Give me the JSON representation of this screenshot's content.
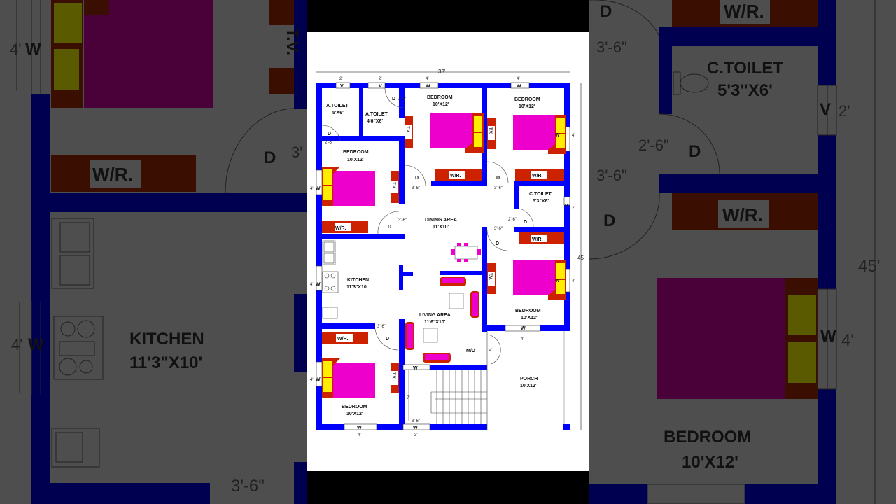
{
  "plan": {
    "overall_width": "33'",
    "overall_depth": "45'",
    "colors": {
      "wall": "#0000ff",
      "bed": "#ee00cc",
      "pillow": "#ffee00",
      "furniture": "#cc2200",
      "sofa_trim": "#ffee00",
      "background": "#ffffff",
      "frame": "#000000"
    },
    "rooms": [
      {
        "name": "A.TOILET",
        "size": "5'X6'"
      },
      {
        "name": "A.TOILET",
        "size": "4'6\"X6'"
      },
      {
        "name": "BEDROOM",
        "size": "10'X12'"
      },
      {
        "name": "BEDROOM",
        "size": "10'X12'"
      },
      {
        "name": "BEDROOM",
        "size": "10'X12'"
      },
      {
        "name": "C.TOILET",
        "size": "5'3\"X6'"
      },
      {
        "name": "DINING AREA",
        "size": "11'X10'"
      },
      {
        "name": "KITCHEN",
        "size": "11'3\"X10'"
      },
      {
        "name": "BEDROOM",
        "size": "10'X12'"
      },
      {
        "name": "LIVING AREA",
        "size": "11'6\"X10'"
      },
      {
        "name": "BEDROOM",
        "size": "10'X12'"
      },
      {
        "name": "PORCH",
        "size": "10'X12'"
      }
    ],
    "labels": {
      "door": "D",
      "main_door": "M/D",
      "window": "W",
      "ventilator": "V",
      "wardrobe": "W/R.",
      "tv": "T.V."
    },
    "dimensions": {
      "vent_2": "2'",
      "door_2_6": "2'-6\"",
      "door_3_6": "3'-6\"",
      "window_4": "4'",
      "window_3": "3'",
      "stair_7": "7'"
    }
  },
  "background_zoom": {
    "left": {
      "window_dim": "4'",
      "window": "W",
      "wardrobe": "W/R.",
      "tv": "T.V.",
      "door": "D",
      "dim": "3'",
      "kitchen_name": "KITCHEN",
      "kitchen_size": "11'3\"X10'",
      "kitchen_window_dim": "4'",
      "bottom_dim": "3'-6\""
    },
    "right": {
      "door": "D",
      "wardrobe": "W/R.",
      "dim_3_6": "3'-6\"",
      "toilet_name": "C.TOILET",
      "toilet_size": "5'3\"X6'",
      "vent": "V",
      "vent_dim": "2'",
      "door_dim": "2'-6\"",
      "overall_depth": "45'",
      "window": "W",
      "window_dim": "4'",
      "bedroom_name": "BEDROOM",
      "bedroom_size": "10'X12'"
    }
  }
}
